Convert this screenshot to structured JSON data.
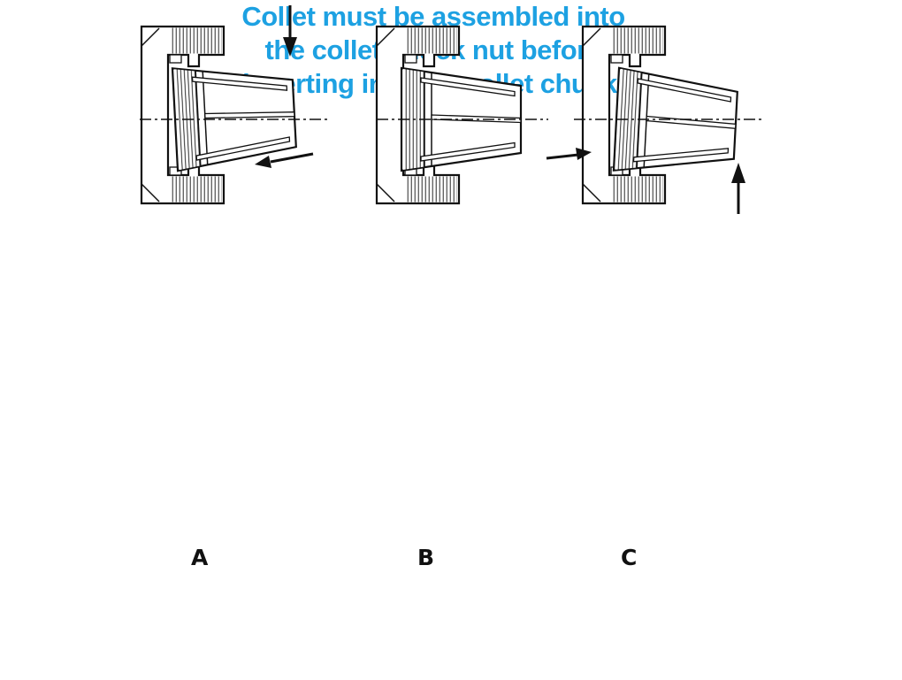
{
  "slide": {
    "title_lines": [
      "Collet must be assembled into",
      "the collet chuck nut before",
      "inserting into the collet chuck."
    ],
    "title_color": "#1da1e2",
    "line_color": "#111111",
    "figures": [
      {
        "label": "A"
      },
      {
        "label": "B"
      },
      {
        "label": "C"
      }
    ]
  }
}
